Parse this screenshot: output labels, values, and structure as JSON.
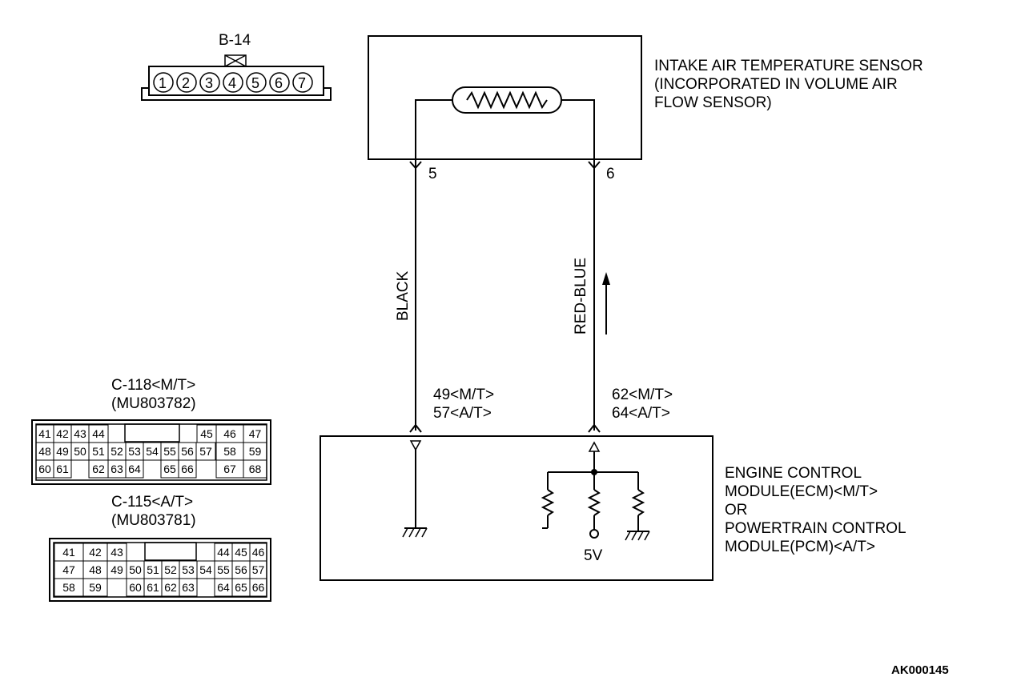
{
  "connector_b14": {
    "label": "B-14",
    "pins": [
      "1",
      "2",
      "3",
      "4",
      "5",
      "6",
      "7"
    ]
  },
  "sensor": {
    "title_lines": [
      "INTAKE AIR TEMPERATURE SENSOR",
      "(INCORPORATED IN VOLUME AIR",
      "FLOW SENSOR)"
    ],
    "pin_left": "5",
    "pin_right": "6"
  },
  "wires": {
    "left_color": "BLACK",
    "right_color": "RED-BLUE"
  },
  "ecm_pins": {
    "left_lines": [
      "49<M/T>",
      "57<A/T>"
    ],
    "right_lines": [
      "62<M/T>",
      "64<A/T>"
    ]
  },
  "ecm": {
    "title_lines": [
      "ENGINE CONTROL",
      "MODULE(ECM)<M/T>",
      "OR",
      "POWERTRAIN CONTROL",
      "MODULE(PCM)<A/T>"
    ],
    "supply_label": "5V"
  },
  "connector_c118": {
    "title": "C-118<M/T>",
    "part": "(MU803782)",
    "cells": [
      "41",
      "42",
      "43",
      "44",
      "45",
      "46",
      "47",
      "48",
      "49",
      "50",
      "51",
      "52",
      "53",
      "54",
      "55",
      "56",
      "57",
      "58",
      "59",
      "60",
      "61",
      "62",
      "63",
      "64",
      "65",
      "66",
      "67",
      "68"
    ]
  },
  "connector_c115": {
    "title": "C-115<A/T>",
    "part": "(MU803781)",
    "cells": [
      "41",
      "42",
      "43",
      "44",
      "45",
      "46",
      "47",
      "48",
      "49",
      "50",
      "51",
      "52",
      "53",
      "54",
      "55",
      "56",
      "57",
      "58",
      "59",
      "60",
      "61",
      "62",
      "63",
      "64",
      "65",
      "66"
    ]
  },
  "figure_code": "AK000145"
}
